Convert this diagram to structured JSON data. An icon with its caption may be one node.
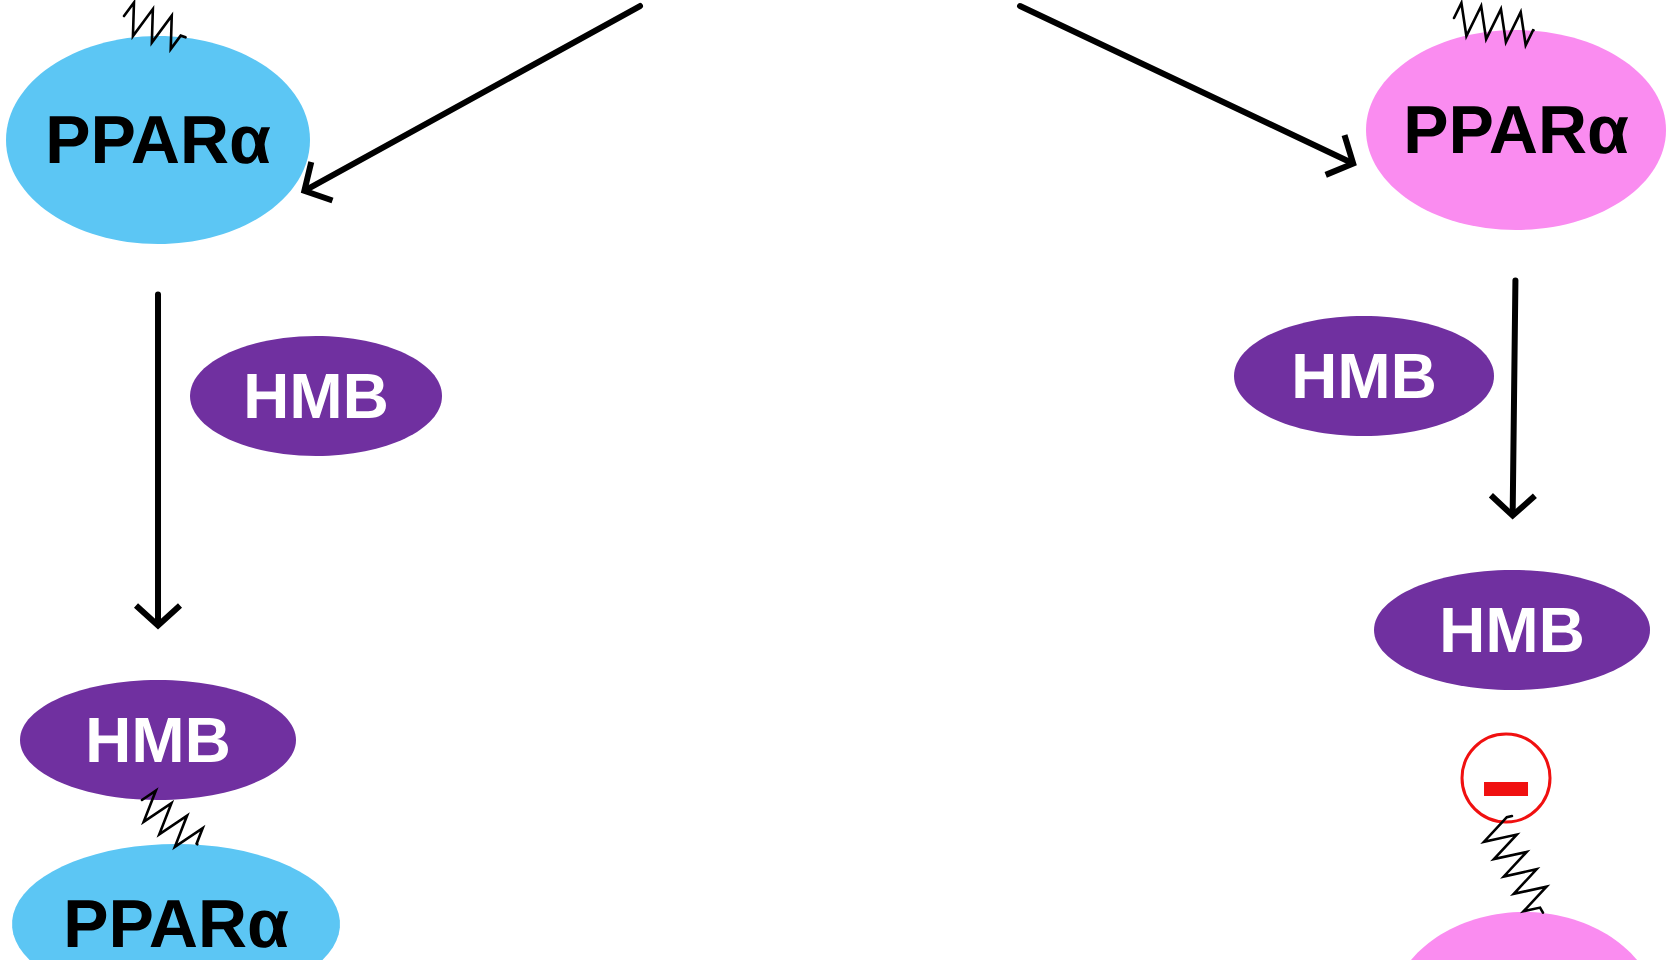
{
  "diagram": {
    "nodes": [
      {
        "text": [
          "PPARα"
        ]
      },
      {
        "text": [
          "PPARα"
        ]
      },
      {
        "text": [
          "HMB"
        ]
      },
      {
        "text": [
          "HMB"
        ]
      },
      {
        "text": [
          "HMB"
        ]
      },
      {
        "text": [
          "HMB"
        ]
      },
      {
        "text": [],
        "shape": "circle"
      },
      {
        "text": [
          "PPARα"
        ]
      },
      {
        "text": [],
        "shape": "ellipse"
      }
    ],
    "edges": [
      {
        "from": null,
        "to": 0,
        "arrow": "to",
        "style": "thick"
      },
      {
        "from": null,
        "to": 1,
        "arrow": "to",
        "style": "thick"
      },
      {
        "from": 0,
        "to": 5,
        "arrow": "to",
        "style": "thick"
      },
      {
        "from": 1,
        "to": 4,
        "arrow": "to",
        "style": "thick"
      },
      {
        "from": null,
        "to": 0,
        "arrow": "none"
      },
      {
        "from": null,
        "to": 1,
        "arrow": "none"
      },
      {
        "from": 5,
        "to": 7,
        "arrow": "none"
      },
      {
        "from": 6,
        "to": 8,
        "arrow": "none"
      }
    ]
  }
}
